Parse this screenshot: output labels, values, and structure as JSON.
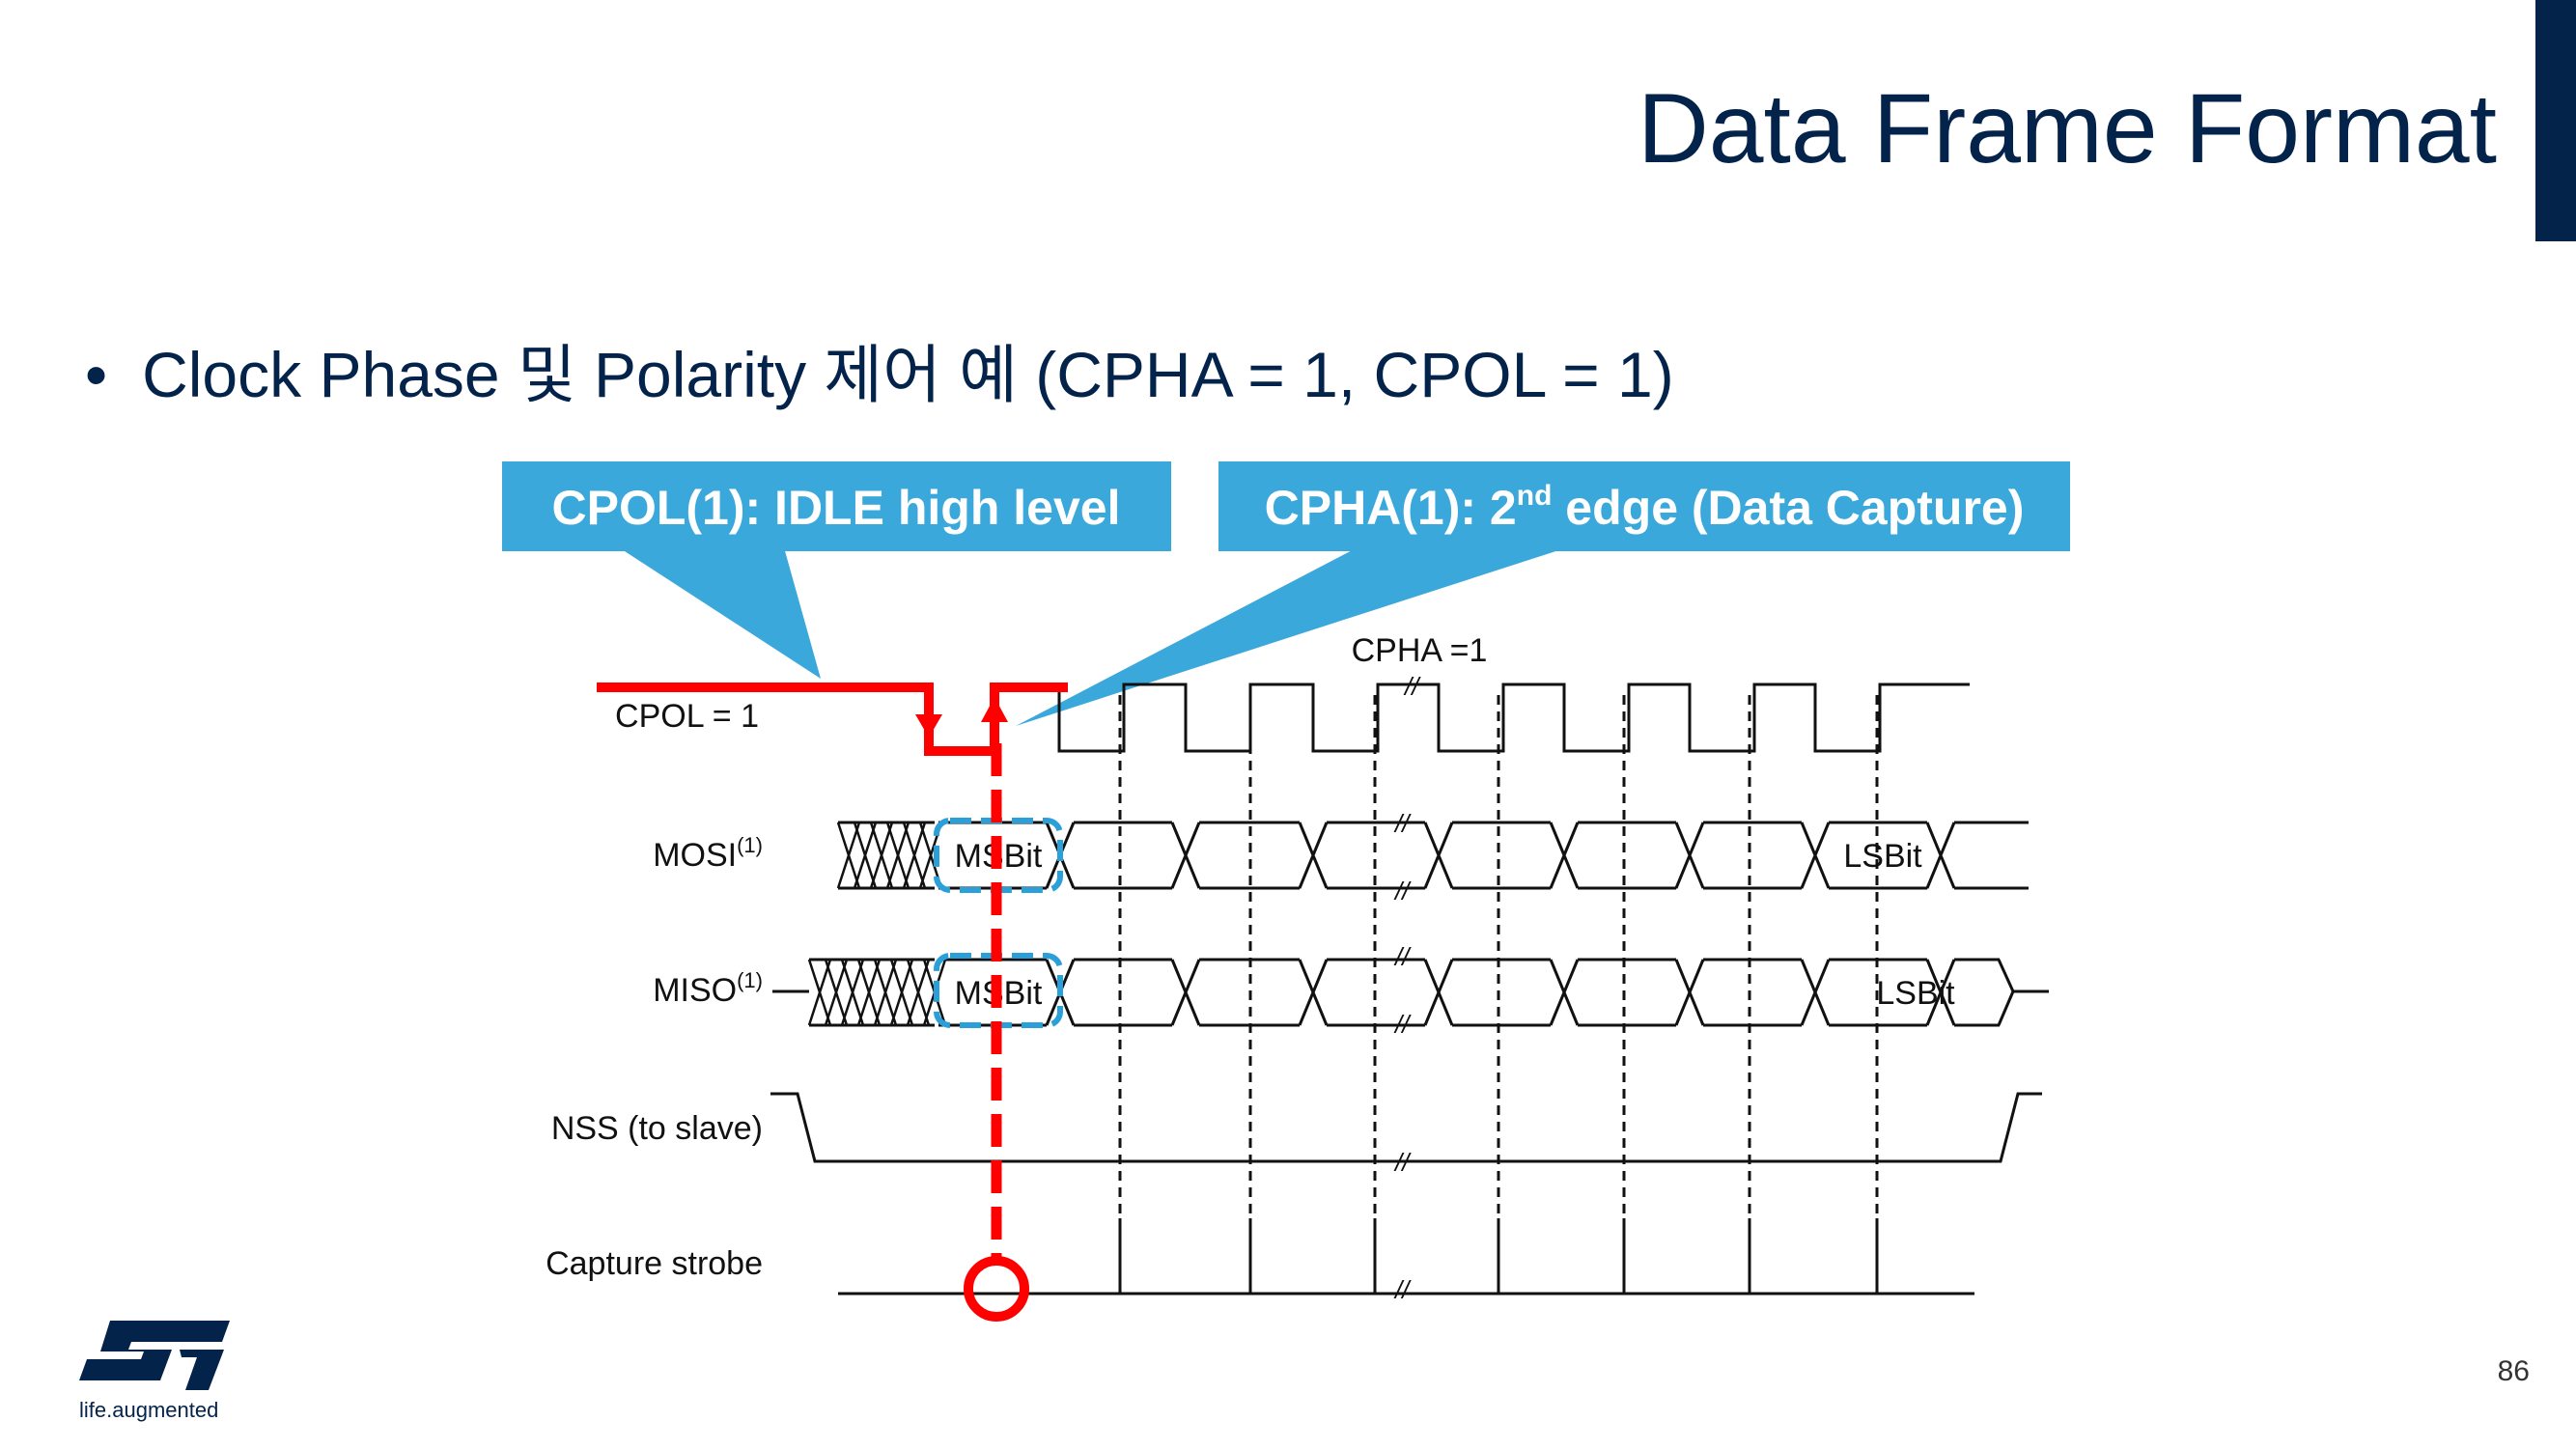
{
  "title": "Data Frame Format",
  "bullet": "Clock Phase 및 Polarity 제어 예 (CPHA = 1, CPOL = 1)",
  "callouts": {
    "cpol": "CPOL(1): IDLE high level",
    "cpha_prefix": "CPHA(1): 2",
    "cpha_sup": "nd",
    "cpha_suffix": " edge (Data Capture)"
  },
  "diagram": {
    "cpha_label": "CPHA =1",
    "break_mark": "//",
    "signals": {
      "clk": "CPOL = 1",
      "mosi": "MOSI",
      "miso": "MISO",
      "sup": "(1)",
      "nss": "NSS (to slave)",
      "strobe": "Capture strobe"
    },
    "msbit": "MSBit",
    "lsbit": "LSBit"
  },
  "footer": {
    "page_number": "86",
    "logo_tagline": "life.augmented"
  },
  "colors": {
    "title": "#03234b",
    "callout": "#3ba8dc",
    "highlight": "#ff0000",
    "dashed_box": "#2a9fd8",
    "logo": "#03234b"
  }
}
